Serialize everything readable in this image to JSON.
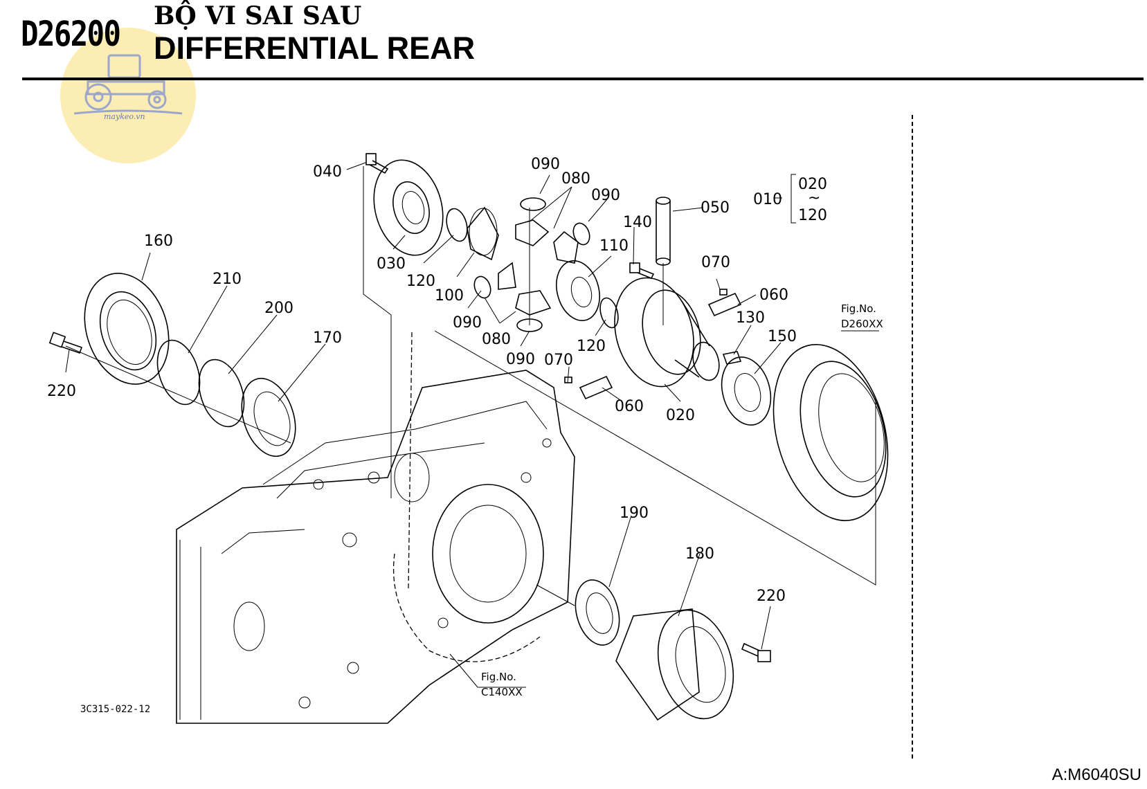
{
  "header": {
    "code": "D26200",
    "title_vn": "BỘ VI SAI SAU",
    "title_en": "DIFFERENTIAL REAR"
  },
  "watermark": {
    "text": "maykeo.vn",
    "icon": "tractor-icon"
  },
  "footer": {
    "drawing_code": "3C315-022-12",
    "model": "A:M6040SU"
  },
  "callouts": {
    "c040": "040",
    "c090a": "090",
    "c080a": "080",
    "c090b": "090",
    "c050": "050",
    "c140": "140",
    "c010": "010",
    "c020a": "020",
    "c120a": "120",
    "c160": "160",
    "c210": "210",
    "c200": "200",
    "c170": "170",
    "c220a": "220",
    "c030": "030",
    "c120b": "120",
    "c100": "100",
    "c110": "110",
    "c070a": "070",
    "c060a": "060",
    "c130": "130",
    "c150": "150",
    "c090c": "090",
    "c080b": "080",
    "c090d": "090",
    "c070b": "070",
    "c120c": "120",
    "c060b": "060",
    "c020b": "020",
    "c190": "190",
    "c180": "180",
    "c220b": "220"
  },
  "fig_refs": {
    "fig1_label": "Fig.No.",
    "fig1_code": "D260XX",
    "fig2_label": "Fig.No.",
    "fig2_code": "C140XX"
  }
}
